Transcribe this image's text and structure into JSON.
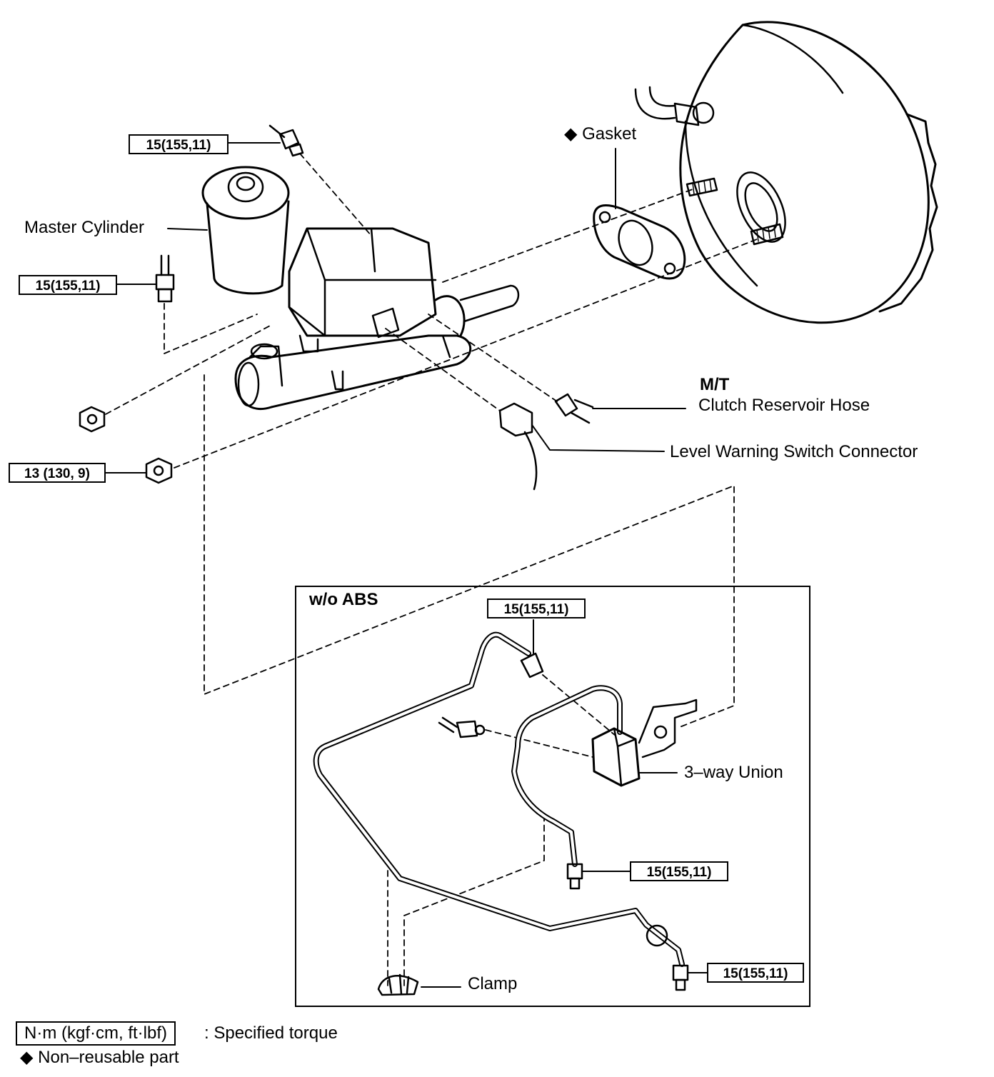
{
  "labels": {
    "gasket": "Gasket",
    "master_cylinder": "Master Cylinder",
    "mt": "M/T",
    "clutch_reservoir_hose": "Clutch Reservoir Hose",
    "level_warning_switch_connector": "Level Warning Switch Connector",
    "wo_abs": "w/o ABS",
    "three_way_union": "3–way Union",
    "clamp": "Clamp"
  },
  "torque": {
    "t1": "15(155,11)",
    "t2": "15(155,11)",
    "t3": "13 (130, 9)",
    "t4": "15(155,11)",
    "t5": "15(155,11)",
    "t6": "15(155,11)"
  },
  "legend": {
    "unit": "N·m (kgf·cm, ft·lbf)",
    "unit_desc": ": Specified torque",
    "nonreusable": "Non–reusable part"
  },
  "symbols": {
    "diamond": "◆"
  }
}
